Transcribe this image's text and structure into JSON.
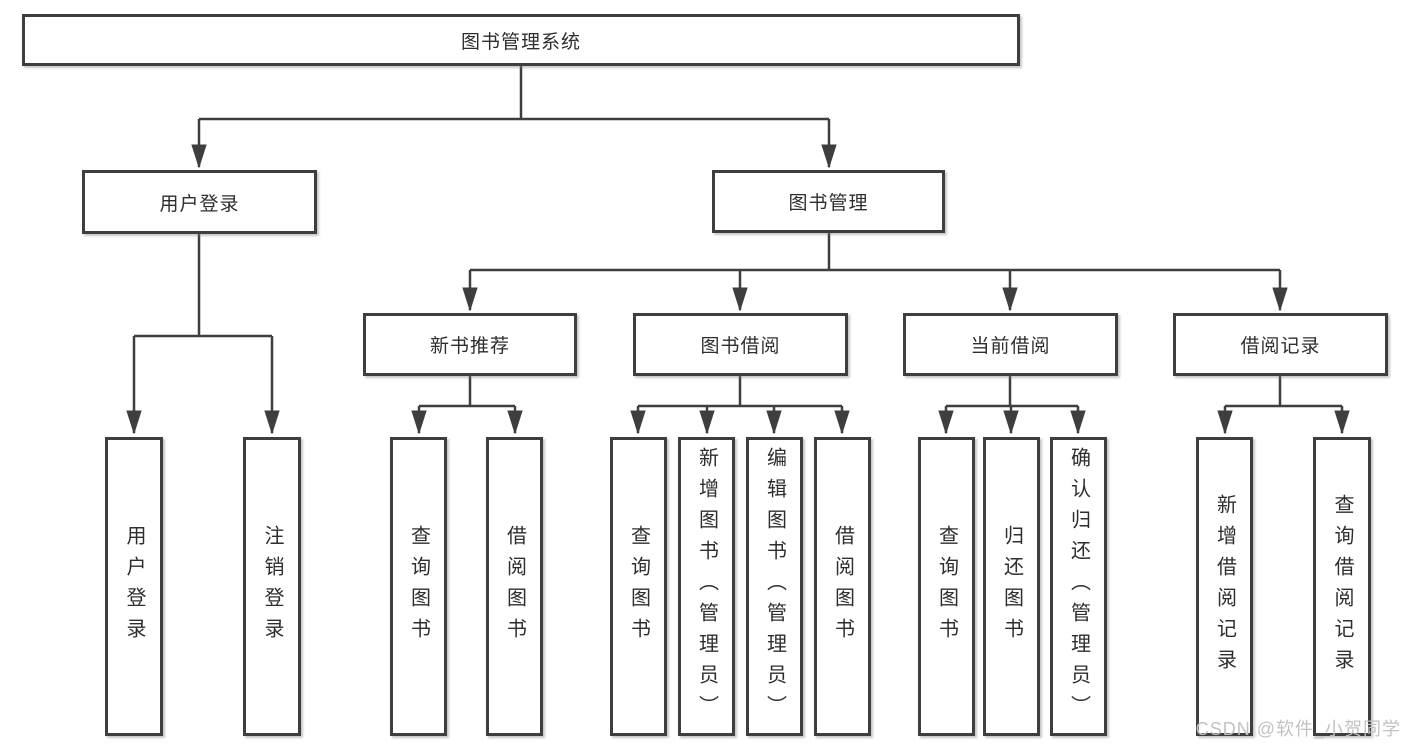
{
  "diagram_title": "图书管理系统",
  "nodes": {
    "root": {
      "label": "图书管理系统"
    },
    "user_login_group": {
      "label": "用户登录"
    },
    "book_mgmt_group": {
      "label": "图书管理"
    },
    "new_book_rec": {
      "label": "新书推荐"
    },
    "book_borrow": {
      "label": "图书借阅"
    },
    "current_borrow": {
      "label": "当前借阅"
    },
    "borrow_record": {
      "label": "借阅记录"
    },
    "leaf_user_login": {
      "label": "用户登录"
    },
    "leaf_logout": {
      "label": "注销登录"
    },
    "leaf_nbr_query_books": {
      "label": "查询图书"
    },
    "leaf_nbr_borrow_books": {
      "label": "借阅图书"
    },
    "leaf_bb_query_books": {
      "label": "查询图书"
    },
    "leaf_bb_add_books": {
      "label": "新增图书（管理员）"
    },
    "leaf_bb_edit_books": {
      "label": "编辑图书（管理员）"
    },
    "leaf_bb_borrow_books": {
      "label": "借阅图书"
    },
    "leaf_cb_query_books": {
      "label": "查询图书"
    },
    "leaf_cb_return_books": {
      "label": "归还图书"
    },
    "leaf_cb_confirm_return": {
      "label": "确认归还（管理员）"
    },
    "leaf_br_add_record": {
      "label": "新增借阅记录"
    },
    "leaf_br_query_record": {
      "label": "查询借阅记录"
    }
  },
  "watermark": {
    "text": "CSDN @软件_小贺同学"
  },
  "colors": {
    "line": "#3e3e3e",
    "text": "#2e2e2e",
    "watermark": "#c2c2c2",
    "background": "#ffffff"
  }
}
